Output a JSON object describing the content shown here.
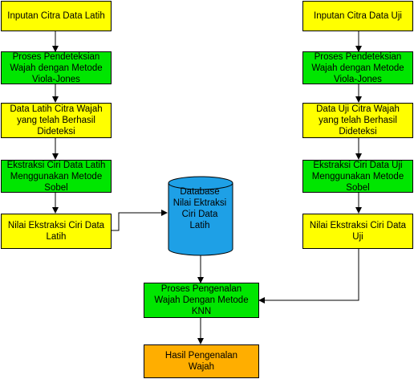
{
  "left_column": {
    "input": "Inputan Citra Data Latih",
    "detection": "Proses Pendeteksian\nWajah dengan Metode\nViola-Jones",
    "detected": "Data Latih Citra Wajah\nyang telah Berhasil\nDideteksi",
    "extraction": "Ekstraksi Ciri Data Latih\nMenggunakan Metode\nSobel",
    "features": "Nilai Ekstraksi Ciri Data\nLatih"
  },
  "right_column": {
    "input": "Inputan Citra Data Uji",
    "detection": "Proses Pendeteksian\nWajah dengan Metode\nViola-Jones",
    "detected": "Data Uji Citra Wajah\nyang telah Berhasil\nDideteksi",
    "extraction": "Ekstraksi Ciri Data Uji\nMenggunakan Metode\nSobel",
    "features": "Nilai Ekstraksi Ciri Data\nUji"
  },
  "database": {
    "label": "Database\nNilai Ektraksi\nCiri Data\nLatih"
  },
  "center": {
    "recognition": "Proses Pengenalan\nWajah Dengan Metode\nKNN",
    "result": "Hasil Pengenalan\nWajah"
  },
  "colors": {
    "input_box": "#ffff00",
    "process_box": "#00e600",
    "result_box": "#ffae00",
    "database": "#1ea0e6"
  }
}
